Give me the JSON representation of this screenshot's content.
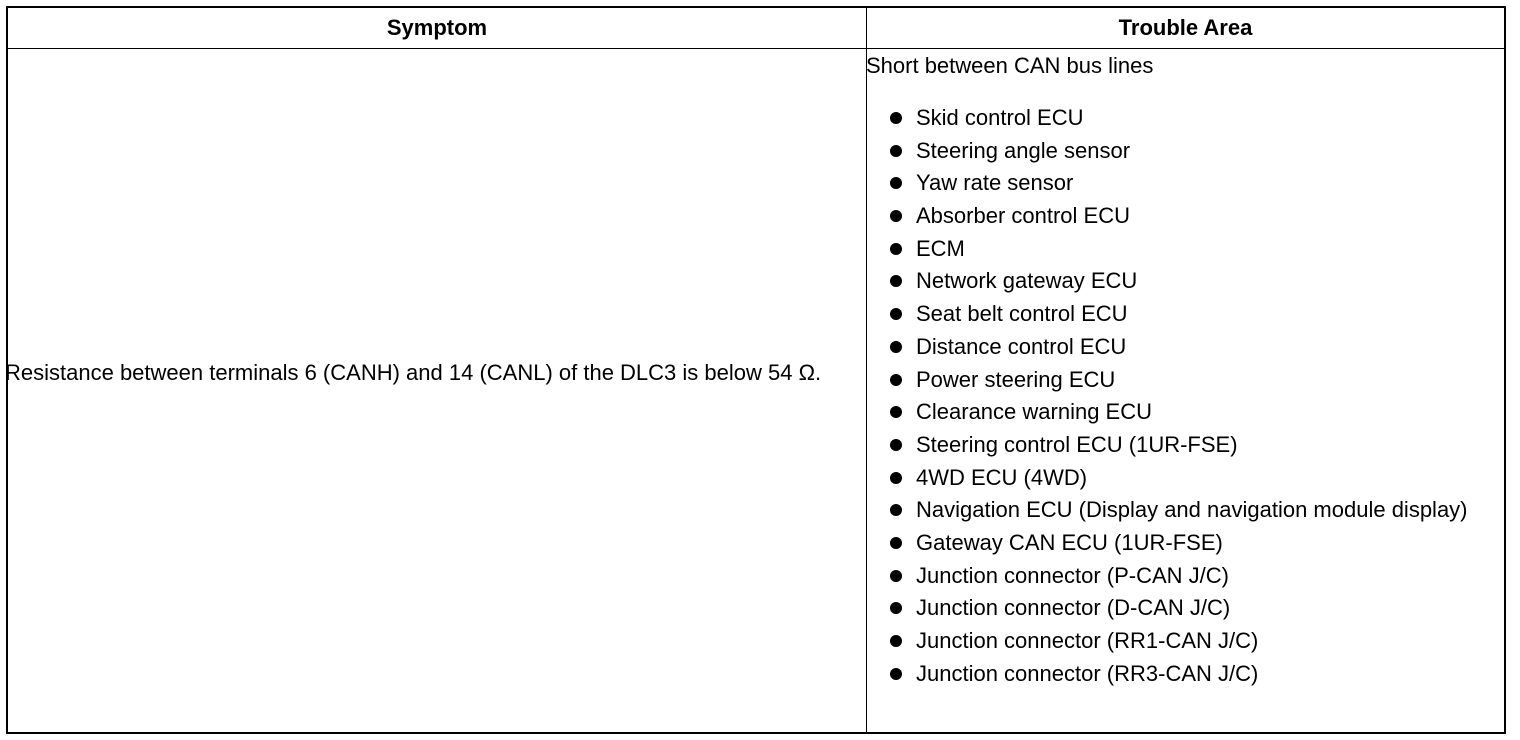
{
  "table": {
    "headers": {
      "symptom": "Symptom",
      "trouble_area": "Trouble Area"
    },
    "rows": [
      {
        "symptom": "Resistance between terminals 6 (CANH) and 14 (CANL) of the DLC3 is below 54 Ω.",
        "trouble_area": {
          "intro": "Short between CAN bus lines",
          "items": [
            "Skid control ECU",
            "Steering angle sensor",
            "Yaw rate sensor",
            "Absorber control ECU",
            "ECM",
            "Network gateway ECU",
            "Seat belt control ECU",
            "Distance control ECU",
            "Power steering ECU",
            "Clearance warning ECU",
            "Steering control ECU (1UR-FSE)",
            "4WD ECU (4WD)",
            "Navigation ECU (Display and navigation module display)",
            "Gateway CAN ECU (1UR-FSE)",
            "Junction connector (P-CAN J/C)",
            "Junction connector (D-CAN J/C)",
            "Junction connector (RR1-CAN J/C)",
            "Junction connector (RR3-CAN J/C)"
          ]
        }
      }
    ]
  }
}
